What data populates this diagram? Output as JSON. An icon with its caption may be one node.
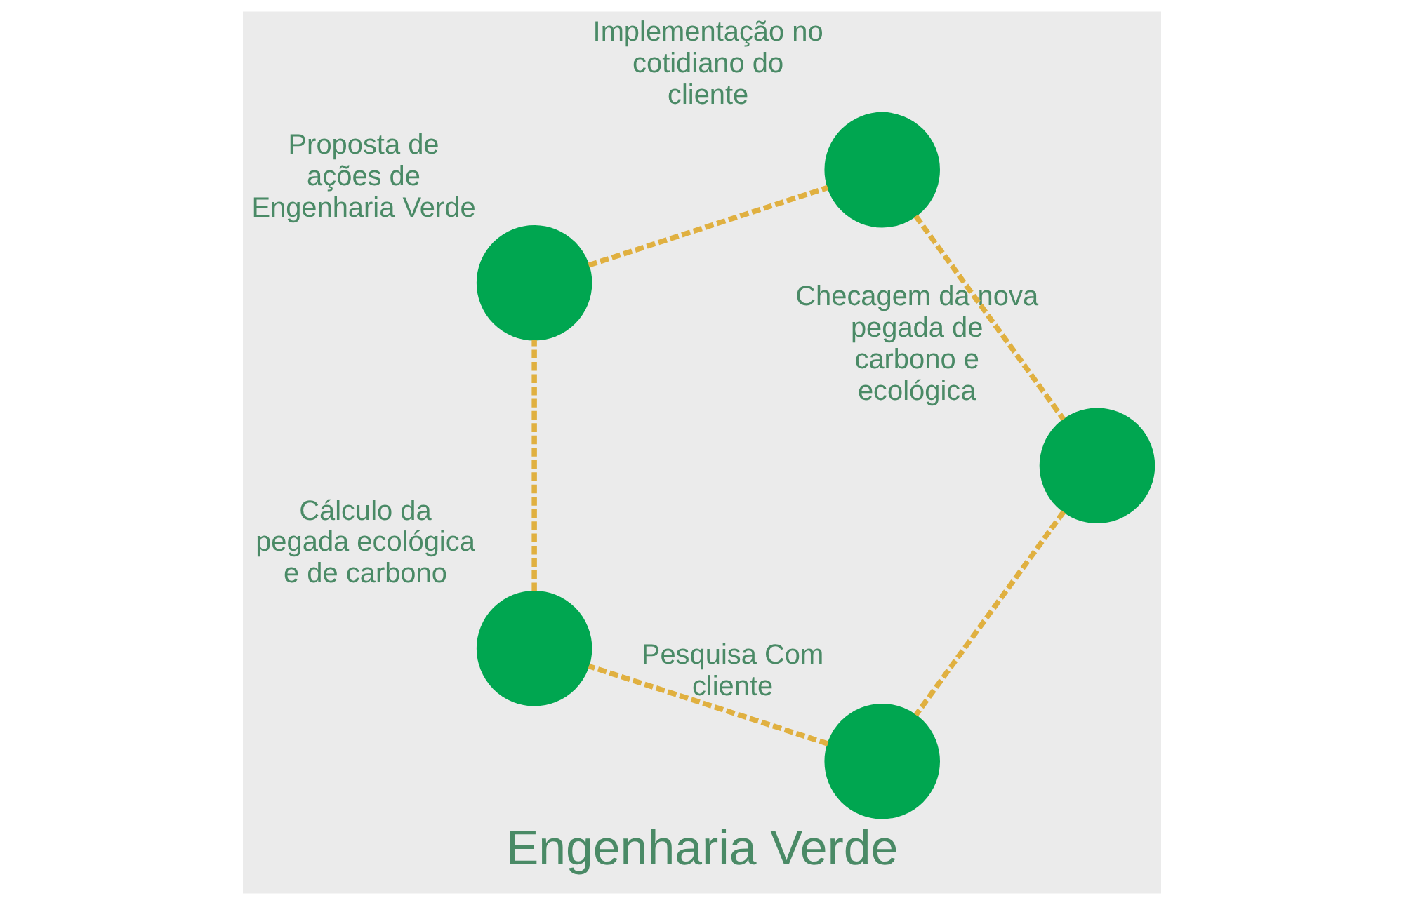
{
  "diagram": {
    "title": "Engenharia Verde",
    "nodes": [
      {
        "text": [],
        "shape": "circle",
        "beside": [
          "Pesquisa Com cliente"
        ]
      },
      {
        "text": [],
        "shape": "circle",
        "beside": [
          "Cálculo da pegada ecológica e de carbono"
        ]
      },
      {
        "text": [],
        "shape": "circle",
        "beside": [
          "Proposta de ações de Engenharia Verde"
        ]
      },
      {
        "text": [],
        "shape": "circle",
        "beside": [
          "Implementação no cotidiano do cliente"
        ]
      },
      {
        "text": [],
        "shape": "circle",
        "beside": [
          "Checagem da nova pegada de carbono e ecológica"
        ]
      }
    ],
    "edges": [
      {
        "from": 0,
        "to": 1,
        "arrow": "none",
        "style": "dashed"
      },
      {
        "from": 1,
        "to": 2,
        "arrow": "none",
        "style": "dashed"
      },
      {
        "from": 2,
        "to": 3,
        "arrow": "none",
        "style": "dashed"
      },
      {
        "from": 3,
        "to": 4,
        "arrow": "none",
        "style": "dashed"
      },
      {
        "from": 4,
        "to": 0,
        "arrow": "none",
        "style": "dashed"
      }
    ]
  }
}
